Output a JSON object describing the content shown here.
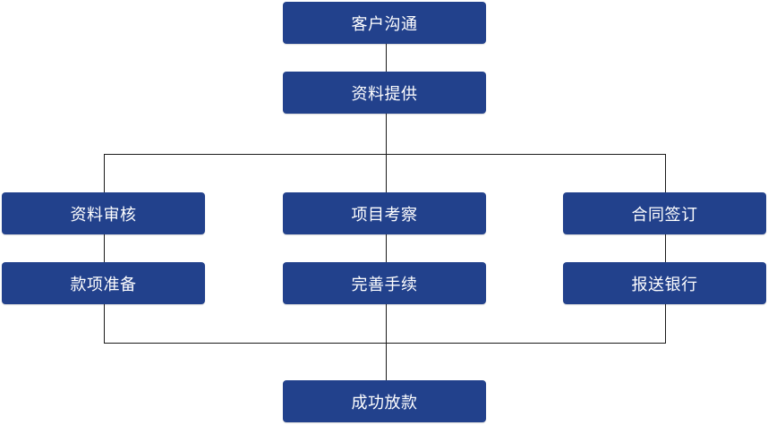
{
  "flowchart": {
    "steps": {
      "customer_communication": "客户沟通",
      "document_submission": "资料提供",
      "document_review": "资料审核",
      "project_inspection": "项目考察",
      "contract_signing": "合同签订",
      "fund_preparation": "款项准备",
      "procedure_completion": "完善手续",
      "bank_submission": "报送银行",
      "successful_disbursement": "成功放款"
    },
    "colors": {
      "node_fill": "#22418c",
      "node_text": "#ffffff",
      "connector": "#1a1a1a"
    }
  }
}
